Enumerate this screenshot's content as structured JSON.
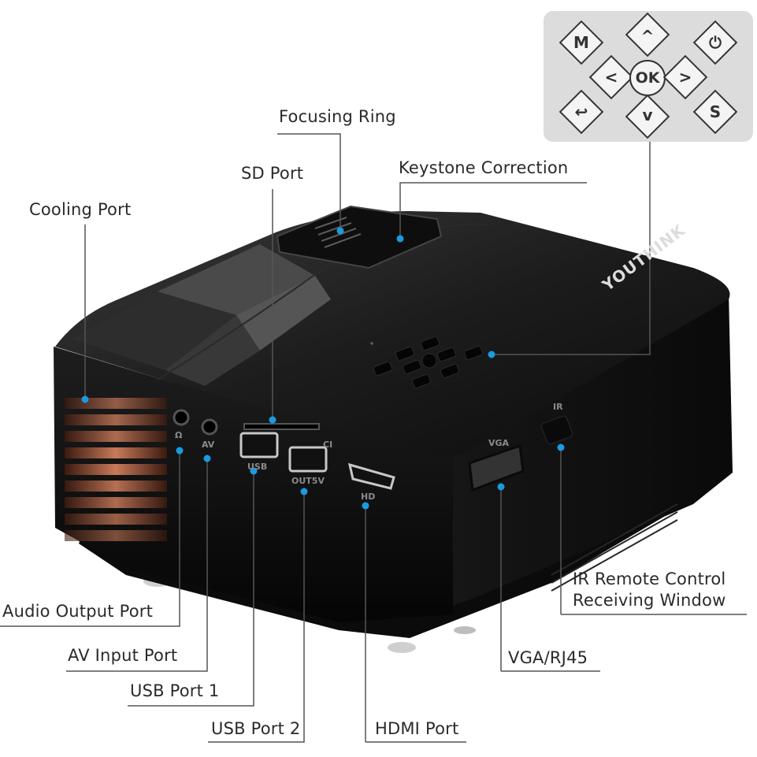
{
  "labels": {
    "focusing_ring": "Focusing Ring",
    "sd_port": "SD Port",
    "keystone_correction": "Keystone Correction",
    "cooling_port": "Cooling Port",
    "audio_output_port": "Audio Output Port",
    "av_input_port": "AV Input Port",
    "usb_port_1": "USB Port 1",
    "usb_port_2": "USB Port 2",
    "hdmi_port": "HDMI Port",
    "vga_rj45": "VGA/RJ45",
    "ir_line1": "IR Remote Control",
    "ir_line2": "Receiving Window"
  },
  "keypad": {
    "menu": "M",
    "up": "^",
    "power": "⏻",
    "left": "<",
    "ok": "OK",
    "right": ">",
    "back": "↩",
    "down": "v",
    "source": "S"
  },
  "device": {
    "brand": "YOUTHINK",
    "port_audio": "Ω",
    "port_av": "AV",
    "port_usb": "USB",
    "port_out5v": "OUT5V",
    "port_hd": "HD",
    "port_vga": "VGA",
    "port_ir": "IR",
    "port_sd": "CI"
  },
  "colors": {
    "callout_dot": "#1a9be0",
    "leader_line": "#555555",
    "body": "#151515"
  }
}
